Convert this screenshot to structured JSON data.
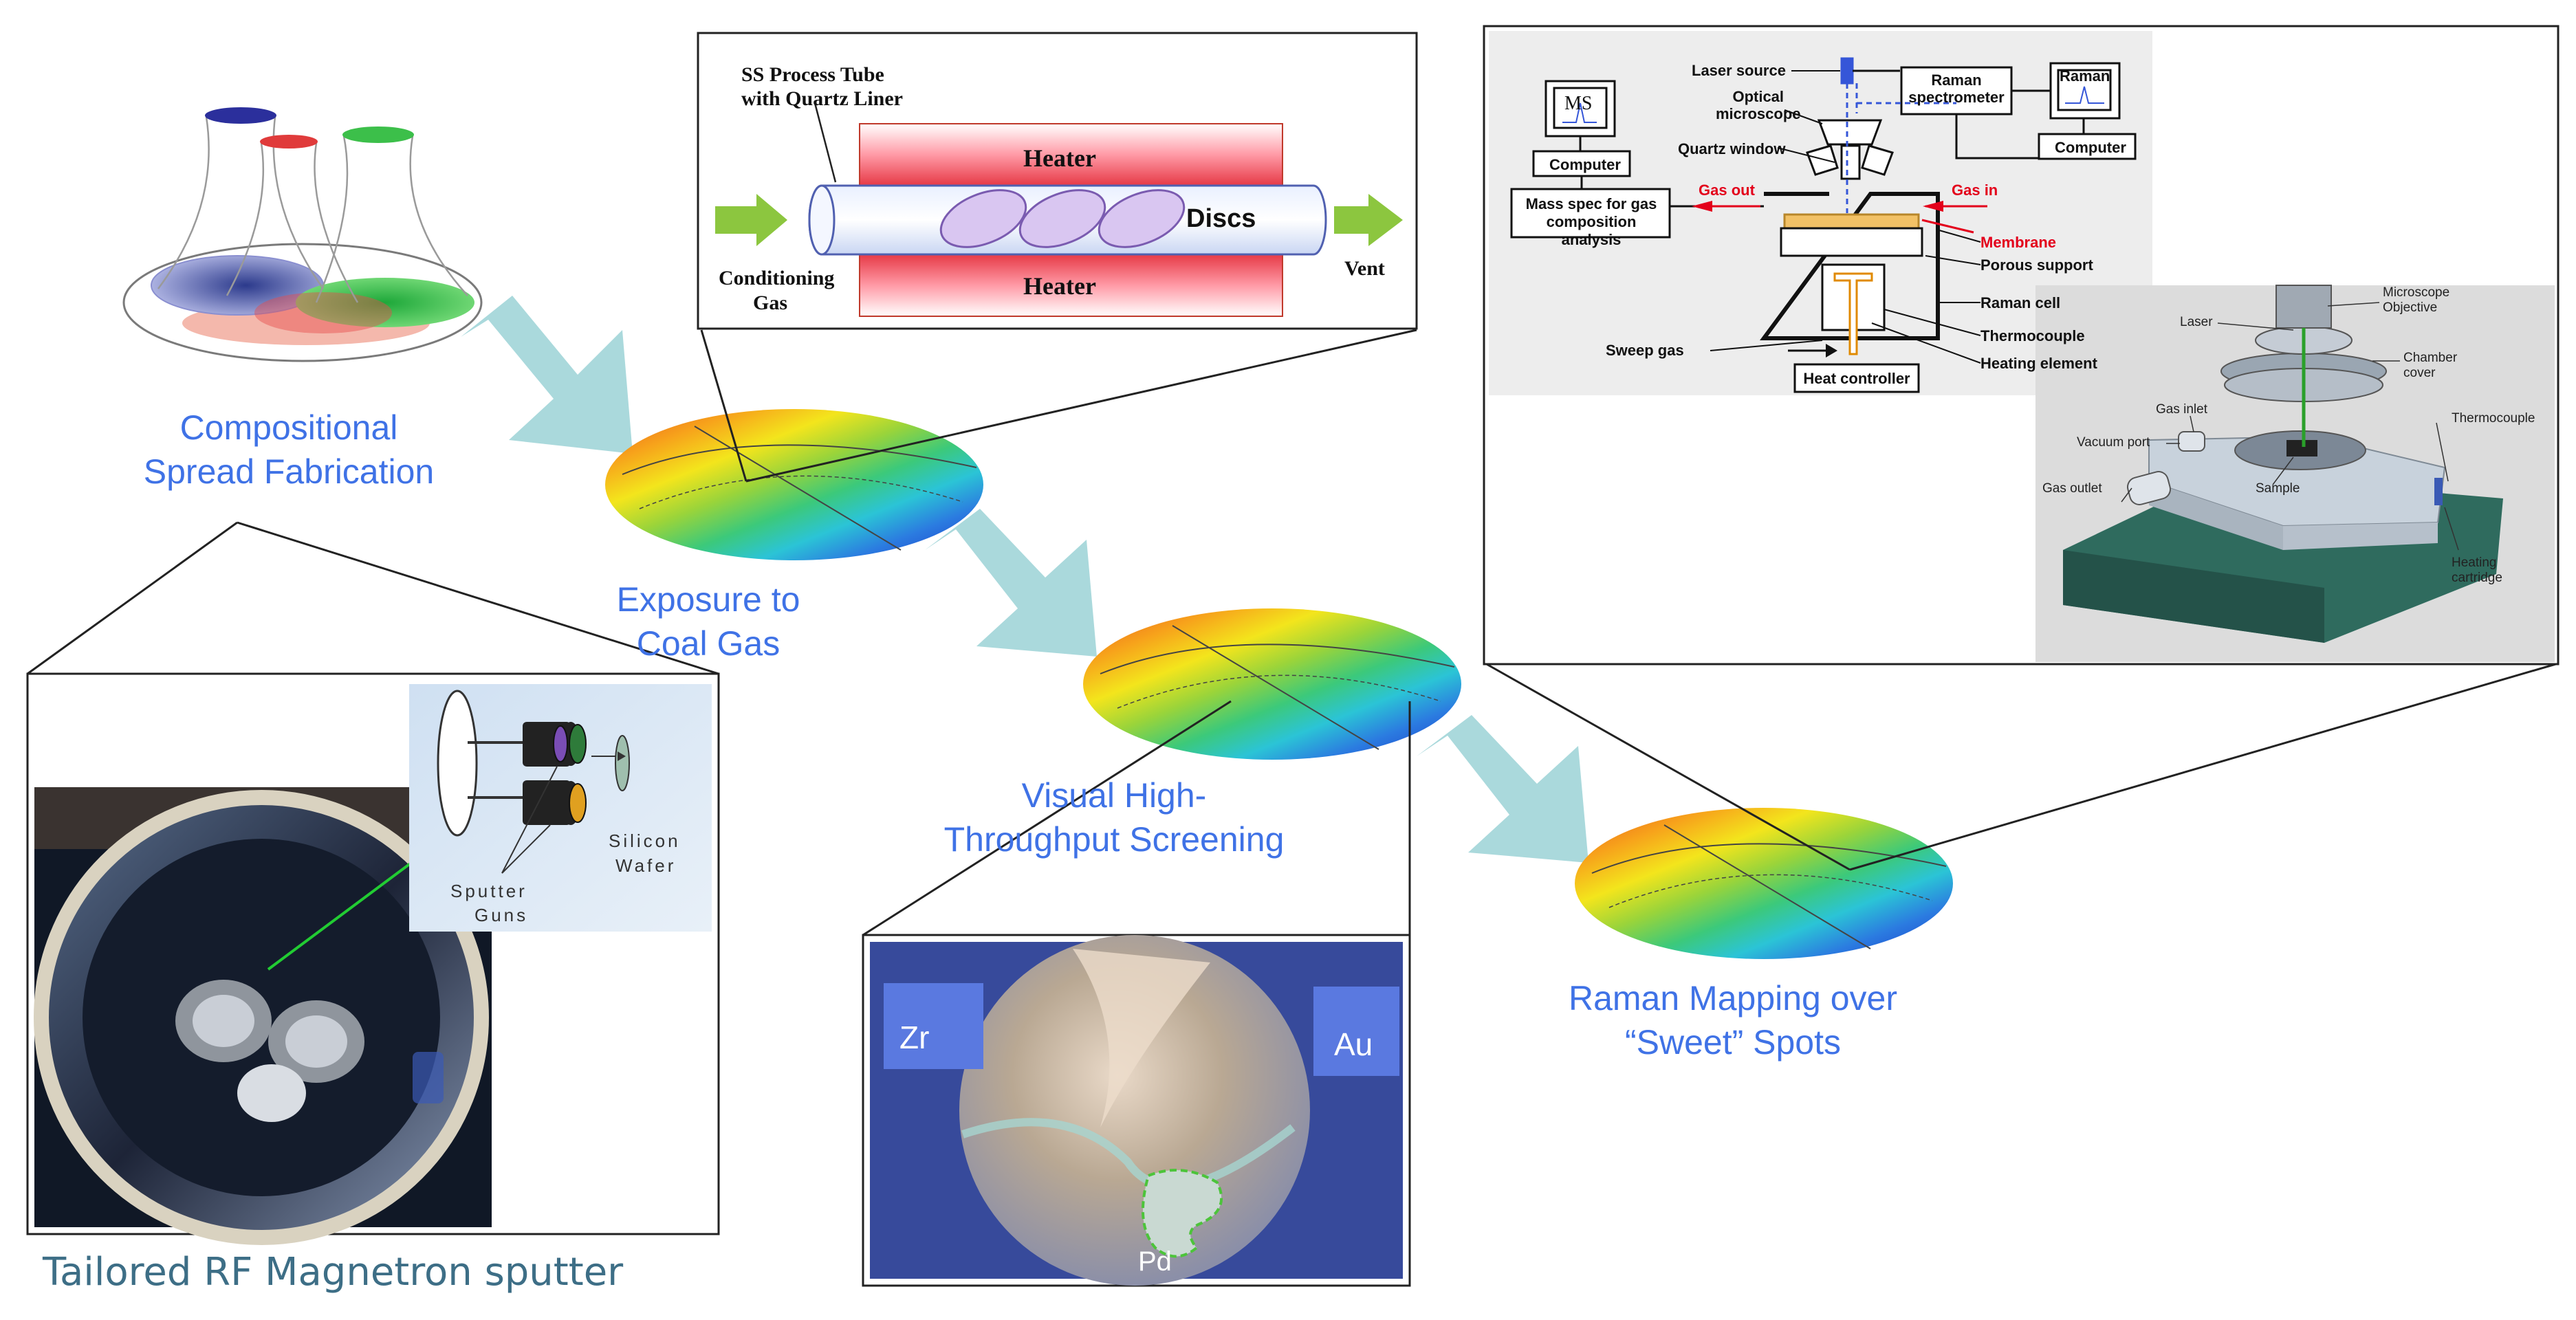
{
  "stages": [
    {
      "id": "fabrication",
      "lines": [
        "Compositional",
        "Spread Fabrication"
      ]
    },
    {
      "id": "exposure",
      "lines": [
        "Exposure to",
        "Coal Gas"
      ]
    },
    {
      "id": "screening",
      "lines": [
        "Visual High-",
        "Throughput Screening"
      ]
    },
    {
      "id": "raman",
      "lines": [
        "Raman Mapping over",
        "“Sweet” Spots"
      ]
    }
  ],
  "bottom_caption": "Tailored RF Magnetron sputter",
  "process_tube": {
    "title_lines": [
      "SS Process Tube",
      "with Quartz Liner"
    ],
    "heater_top": "Heater",
    "heater_bottom": "Heater",
    "discs": "Discs",
    "gas_lines": [
      "Conditioning",
      "Gas"
    ],
    "vent": "Vent"
  },
  "sputter_inset": {
    "wafer_lines": [
      "Silicon",
      "Wafer"
    ],
    "guns_lines": [
      "Sputter",
      "Guns"
    ]
  },
  "screening_photo": {
    "labels": [
      "Zr",
      "Au",
      "Pd"
    ]
  },
  "raman_schematic": {
    "labels": {
      "laser_source": "Laser source",
      "optical_microscope_lines": [
        "Optical",
        "microscope"
      ],
      "raman_spectrometer_lines": [
        "Raman",
        "spectrometer"
      ],
      "ms_screen": "MS",
      "raman_screen": "Raman",
      "computer_left": "Computer",
      "computer_right": "Computer",
      "quartz_window": "Quartz window",
      "mass_spec_lines": [
        "Mass spec for gas",
        "composition analysis"
      ],
      "gas_out": "Gas out",
      "gas_in": "Gas in",
      "membrane": "Membrane",
      "porous_support": "Porous support",
      "raman_cell": "Raman cell",
      "thermocouple": "Thermocouple",
      "heating_element": "Heating element",
      "sweep_gas": "Sweep gas",
      "heat_controller": "Heat controller"
    }
  },
  "raman_cell_3d": {
    "labels": {
      "microscope_objective_lines": [
        "Microscope",
        "Objective"
      ],
      "laser": "Laser",
      "chamber_cover_lines": [
        "Chamber",
        "cover"
      ],
      "gas_inlet": "Gas inlet",
      "vacuum_port": "Vacuum port",
      "thermocouple": "Thermocouple",
      "gas_outlet": "Gas outlet",
      "sample": "Sample",
      "heating_cartridge_lines": [
        "Heating",
        "cartridge"
      ]
    }
  },
  "colors": {
    "label_blue": "#3f72e6",
    "flow_arrow": "#aad9dc",
    "heater_red": "#e63946",
    "gas_green": "#8cc63f",
    "annotation_red": "#e3001b",
    "caption": "#3d6e86"
  }
}
